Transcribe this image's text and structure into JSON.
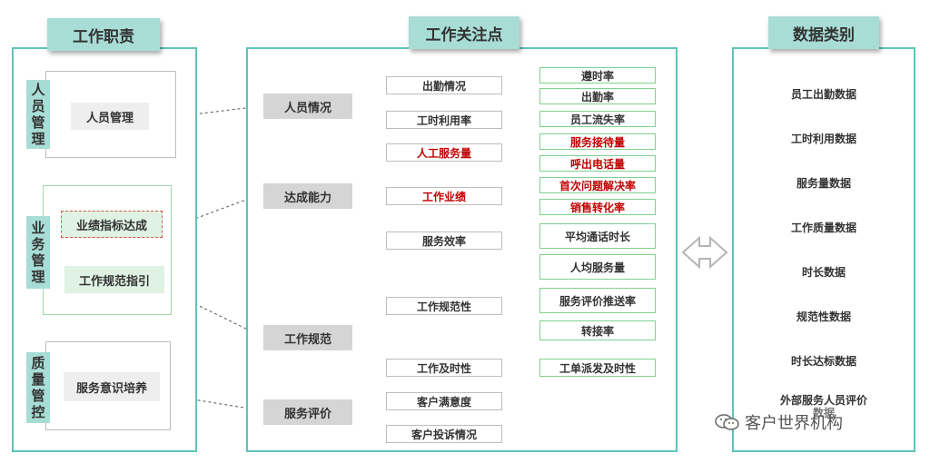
{
  "headers": {
    "duties": "工作职责",
    "focus": "工作关注点",
    "data_types": "数据类别"
  },
  "duties": {
    "personnel": {
      "tab": [
        "人",
        "员",
        "管",
        "理"
      ],
      "items": [
        "人员管理"
      ]
    },
    "business": {
      "tab": [
        "业",
        "务",
        "管",
        "理"
      ],
      "items": [
        "业绩指标达成",
        "工作规范指引"
      ]
    },
    "quality": {
      "tab": [
        "质",
        "量",
        "管",
        "控"
      ],
      "items": [
        "服务意识培养"
      ]
    }
  },
  "focus": {
    "categories": [
      "人员情况",
      "达成能力",
      "工作规范",
      "服务评价"
    ],
    "subs": [
      "出勤情况",
      "工时利用率",
      "人工服务量",
      "工作业绩",
      "服务效率",
      "工作规范性",
      "工作及时性",
      "客户满意度",
      "客户投诉情况"
    ],
    "leaves": [
      "遵时率",
      "出勤率",
      "员工流失率",
      "服务接待量",
      "呼出电话量",
      "首次问题解决率",
      "销售转化率",
      "平均通话时长",
      "人均服务量",
      "服务评价推送率",
      "转接率",
      "工单派发及时性"
    ]
  },
  "data_types": [
    "员工出勤数据",
    "工时利用数据",
    "服务量数据",
    "工作质量数据",
    "时长数据",
    "规范性数据",
    "时长达标数据",
    "外部服务人员评价",
    "数据"
  ],
  "watermark": "客户世界机构",
  "colors": {
    "panel_border": "#5fc3b8",
    "header_bg": "#a8ddd6",
    "highlight_red": "#c00000",
    "leaf_border": "#7fd18f"
  }
}
